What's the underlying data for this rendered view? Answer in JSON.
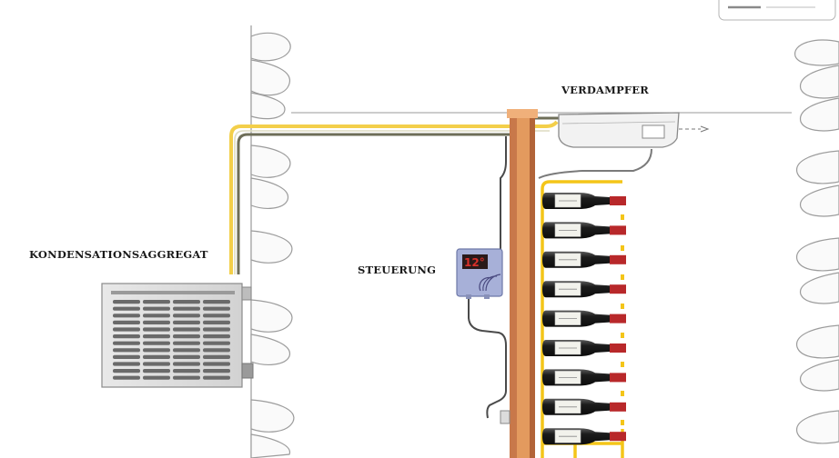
{
  "labels": {
    "evaporator": "VERDAMPFER",
    "condensing_unit": "KONDENSATIONSAGGREGAT",
    "controller": "STEUERUNG"
  },
  "controller": {
    "display": "12°"
  },
  "wine_rack": {
    "bottle_count": 9
  },
  "colors": {
    "pipe_yellow": "#f3cf4a",
    "pipe_dark": "#6e6e58",
    "wall_wood": "#c8784a",
    "rack_yellow": "#f4c518",
    "display_red": "#d8302a",
    "controller_panel": "#9aa6d0"
  }
}
